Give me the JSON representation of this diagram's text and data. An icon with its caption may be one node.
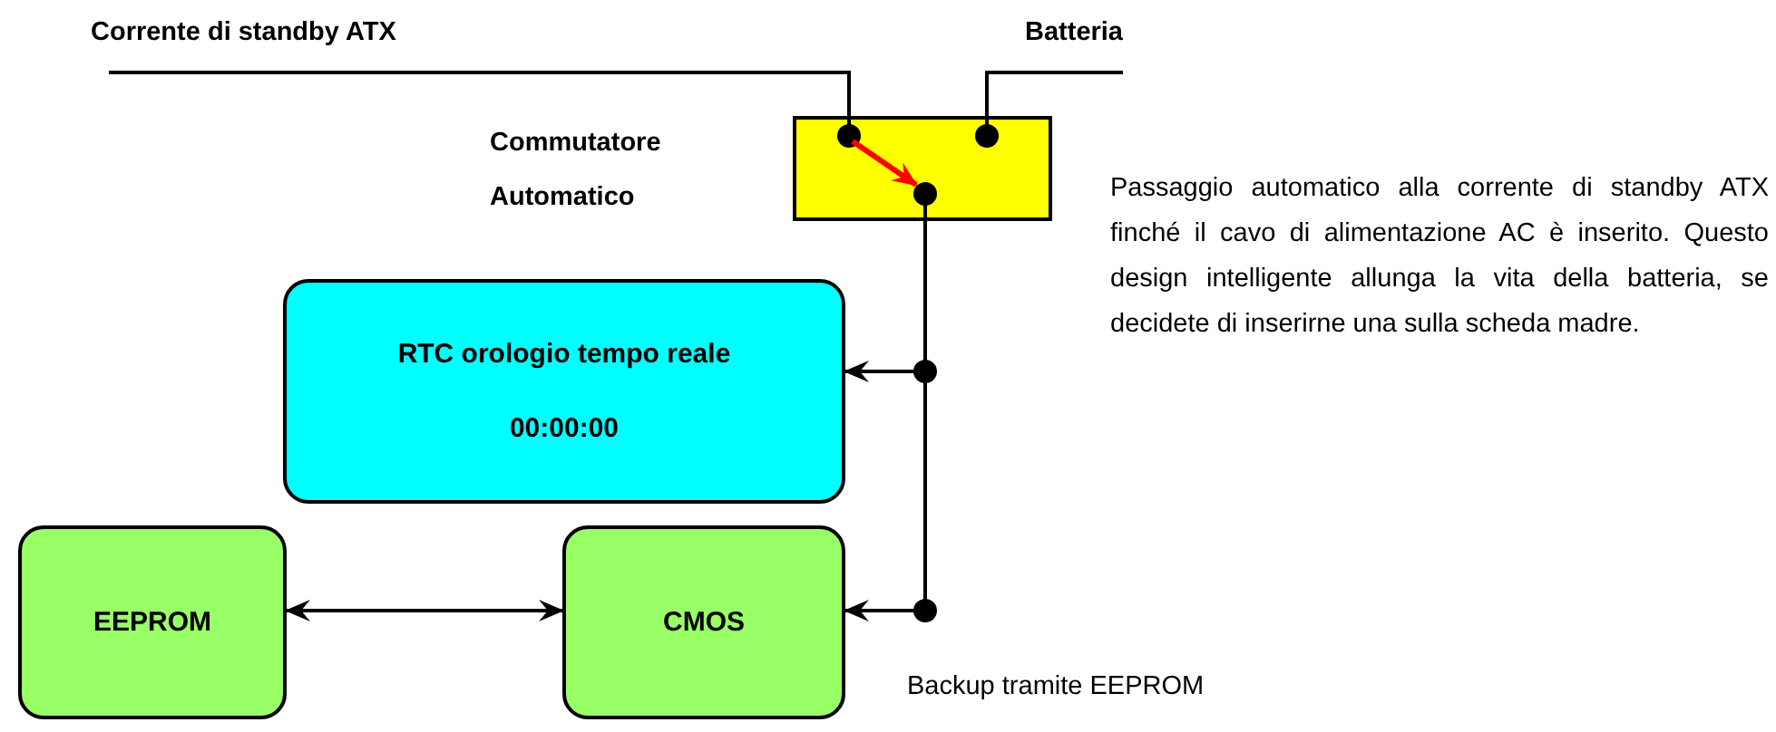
{
  "diagram": {
    "nodes": [
      {
        "text": [
          "Corrente di standby ATX"
        ]
      },
      {
        "text": [
          "Batteria"
        ]
      },
      {
        "text": [],
        "shape": "box"
      },
      {
        "text": [
          "RTC orologio tempo reale",
          "00:00:00"
        ]
      },
      {
        "text": [
          "EEPROM"
        ]
      },
      {
        "text": [
          "CMOS"
        ]
      }
    ],
    "edges": [
      {
        "from": 0,
        "to": 2,
        "arrow": "none"
      },
      {
        "from": 1,
        "to": 2,
        "arrow": "none"
      },
      {
        "from": 2,
        "to": 3,
        "arrow": "to"
      },
      {
        "from": 2,
        "to": 5,
        "arrow": "to"
      },
      {
        "from": 4,
        "to": 5,
        "arrow": "both"
      }
    ],
    "labels": [
      "Commutatore Automatico",
      "Passaggio automatico alla corrente di standby ATX finché il cavo di alimentazione AC è inserito. Questo design intelligente allunga la vita della batteria, se decidete di inserirne una sulla scheda madre.",
      "Backup tramite EEPROM"
    ]
  }
}
